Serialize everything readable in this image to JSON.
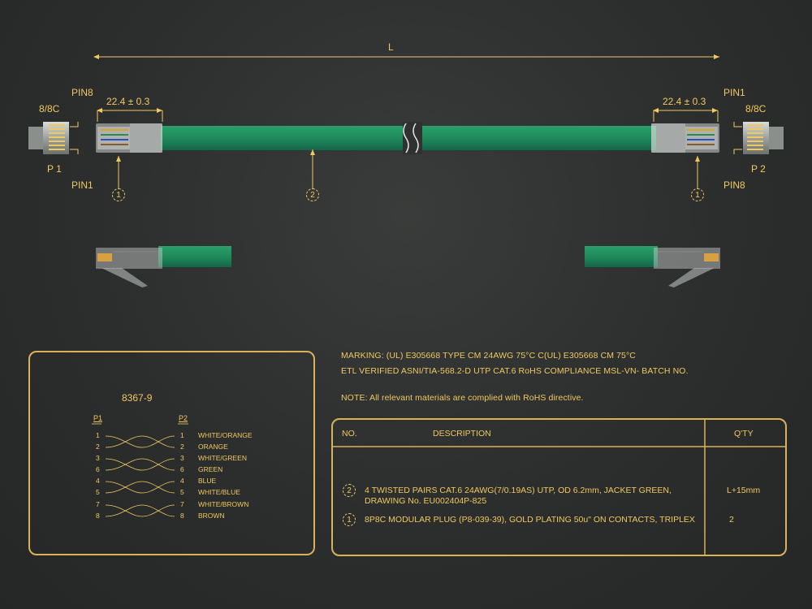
{
  "drawing": {
    "length_label": "L",
    "left": {
      "connector": "8/8C",
      "pin_top": "PIN8",
      "pin_bottom": "PIN1",
      "port": "P 1",
      "dimension": "22.4 ± 0.3",
      "callout": "1"
    },
    "right": {
      "connector": "8/8C",
      "pin_top": "PIN1",
      "pin_bottom": "PIN8",
      "port": "P 2",
      "dimension": "22.4 ± 0.3",
      "callout": "1"
    },
    "cable_callout": "2"
  },
  "notes": {
    "marking": "MARKING: (UL) E305668 TYPE CM 24AWG 75°C C(UL) E305668 CM 75°C",
    "etl": "ETL VERIFIED ASNI/TIA-568.2-D UTP CAT.6 RoHS COMPLIANCE MSL-VN- BATCH NO.",
    "rohs": "NOTE: All relevant materials are complied with RoHS directive."
  },
  "wiring": {
    "part_no": "8367-9",
    "p1_header": "P1",
    "p2_header": "P2",
    "rows": [
      {
        "p1": "1",
        "p2": "1",
        "color": "WHITE/ORANGE"
      },
      {
        "p1": "2",
        "p2": "2",
        "color": "ORANGE"
      },
      {
        "p1": "3",
        "p2": "3",
        "color": "WHITE/GREEN"
      },
      {
        "p1": "6",
        "p2": "6",
        "color": "GREEN"
      },
      {
        "p1": "4",
        "p2": "4",
        "color": "BLUE"
      },
      {
        "p1": "5",
        "p2": "5",
        "color": "WHITE/BLUE"
      },
      {
        "p1": "7",
        "p2": "7",
        "color": "WHITE/BROWN"
      },
      {
        "p1": "8",
        "p2": "8",
        "color": "BROWN"
      }
    ]
  },
  "bom": {
    "headers": {
      "no": "NO.",
      "description": "DESCRIPTION",
      "qty": "Q'TY"
    },
    "rows": [
      {
        "no": "2",
        "description_line1": "4 TWISTED PAIRS CAT.6 24AWG(7/0.19AS) UTP, OD 6.2mm, JACKET GREEN,",
        "description_line2": "DRAWING No. EU002404P-825",
        "qty": "L+15mm"
      },
      {
        "no": "1",
        "description_line1": "8P8C MODULAR PLUG (P8-039-39), GOLD PLATING 50u\" ON CONTACTS, TRIPLEX",
        "description_line2": "",
        "qty": "2"
      }
    ]
  },
  "colors": {
    "accent": "#f0c860",
    "border": "#d9b25a",
    "cable": "#1f8a5b",
    "background": "#2c2e2e"
  }
}
